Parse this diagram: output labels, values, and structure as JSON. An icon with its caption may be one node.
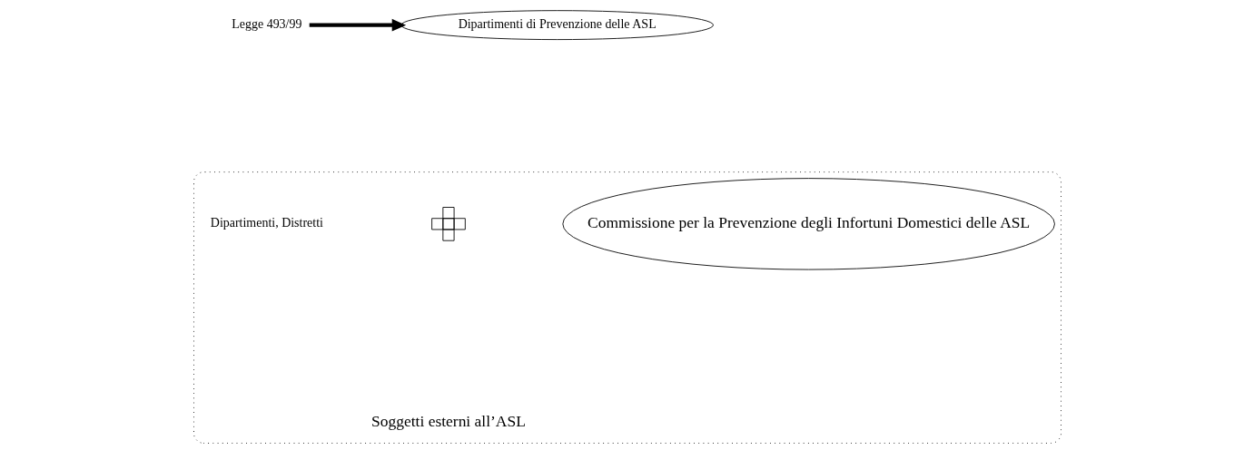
{
  "diagram": {
    "nodes": [
      {
        "text": [
          "Legge 493/99"
        ]
      },
      {
        "text": [
          "Dipartimenti di Prevenzione delle ASL"
        ]
      },
      {
        "text": [],
        "shape": "ellipse"
      },
      {
        "text": [
          "Dipartimenti, Distretti"
        ],
        "in": 2
      },
      {
        "text": [],
        "shape": "cross",
        "in": 2
      },
      {
        "text": [
          "Soggetti esterni all’ASL"
        ],
        "in": 2
      },
      {
        "text": [
          "Commissione per la Prevenzione degli Infortuni Domestici delle ASL"
        ],
        "in": 2
      }
    ],
    "edges": [
      {
        "from": 0,
        "to": 1,
        "arrow": "to"
      }
    ]
  }
}
